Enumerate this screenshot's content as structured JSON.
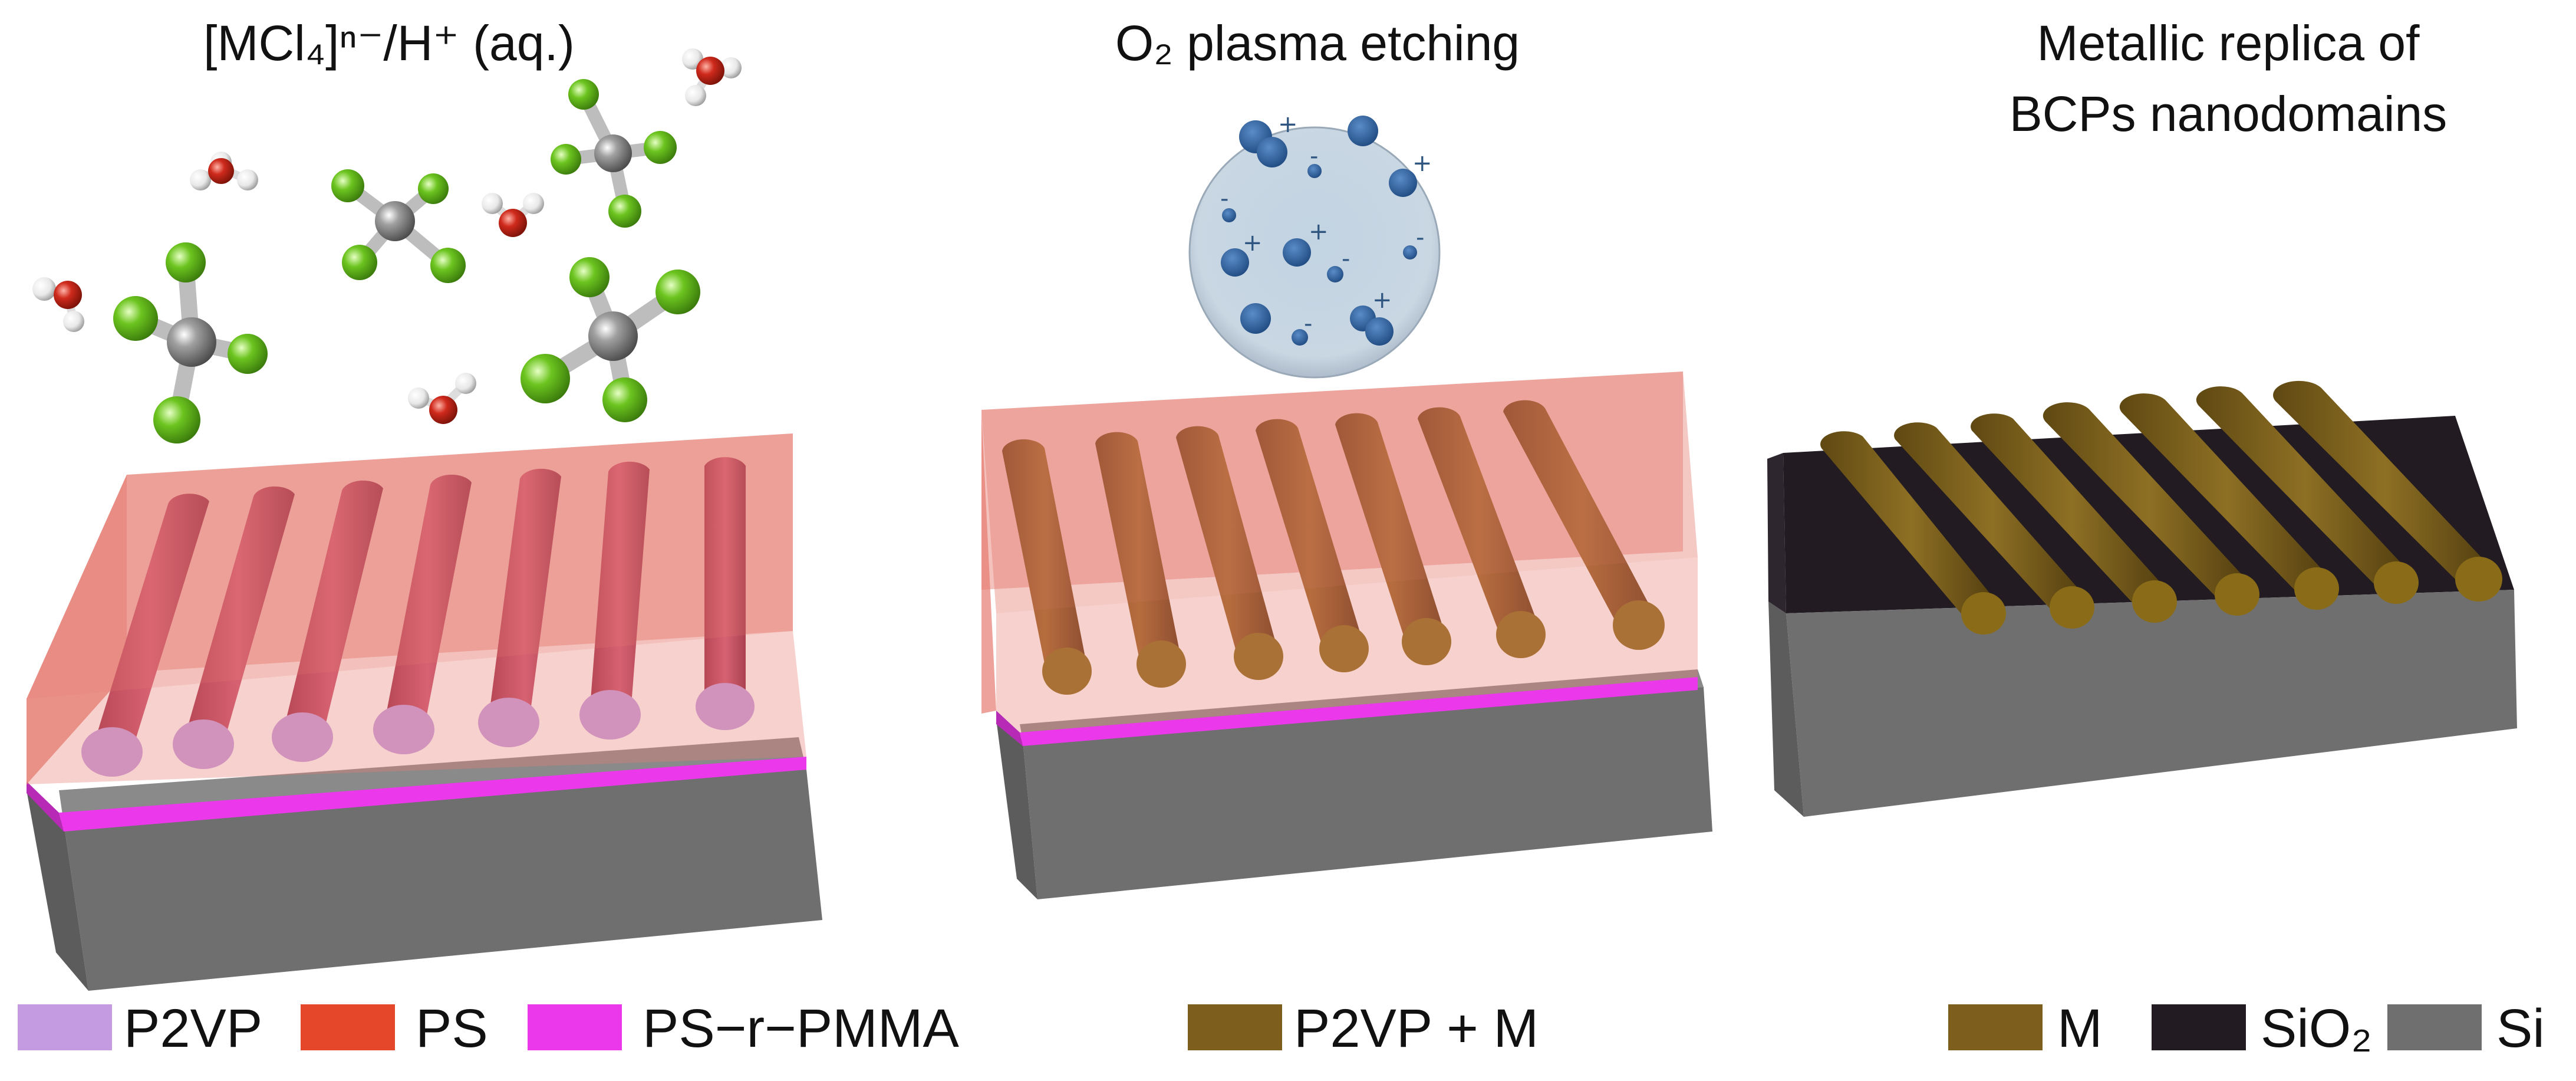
{
  "panels": {
    "step1": {
      "title": "[MCl₄]ⁿ⁻/H⁺ (aq.)"
    },
    "step2": {
      "title": "O₂ plasma etching"
    },
    "step3": {
      "title_line1": "Metallic replica of",
      "title_line2": "BCPs nanodomains"
    }
  },
  "legend": {
    "p2vp": {
      "label": "P2VP",
      "color": "#c49be0"
    },
    "ps": {
      "label": "PS",
      "color": "#e5472a"
    },
    "ps_r_pmma": {
      "label": "PS−r−PMMA",
      "color": "#ea38ea"
    },
    "p2vp_m": {
      "label": "P2VP + M",
      "color": "#7d5e1c"
    },
    "m": {
      "label": "M",
      "color": "#7d5e1c"
    },
    "sio2": {
      "label": "SiO₂",
      "color": "#221b22"
    },
    "si": {
      "label": "Si",
      "color": "#6f6f6f"
    }
  },
  "molecules": {
    "metal_color": "#8a8a8a",
    "chlorine_color": "#6cc41f",
    "oxygen_color": "#cf2a1c",
    "hydrogen_color": "#f2f2f2"
  },
  "plasma": {
    "background": "#c7d6e3",
    "particle_color": "#2f5e96",
    "sign_plus": "+",
    "sign_minus": "-"
  }
}
